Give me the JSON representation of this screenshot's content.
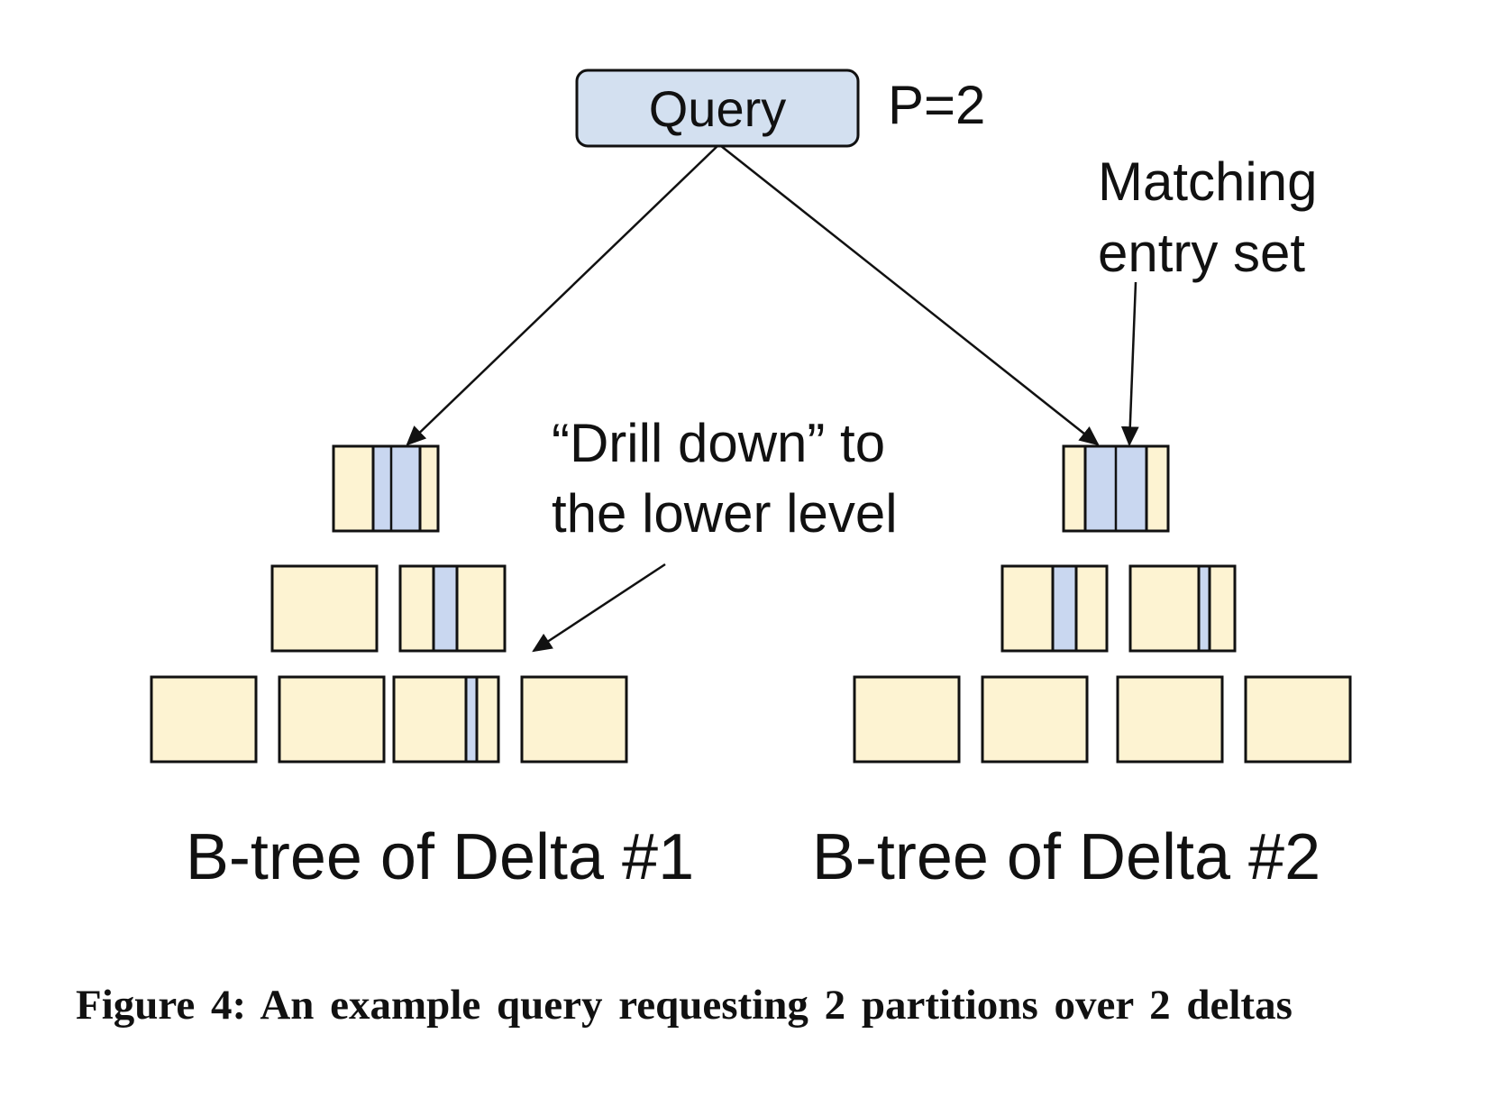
{
  "query": {
    "label": "Query",
    "param": "P=2"
  },
  "annotations": {
    "matching_line1": "Matching",
    "matching_line2": "entry set",
    "drill_line1": "“Drill down” to",
    "drill_line2": "the lower level"
  },
  "trees": [
    {
      "label": "B-tree of Delta #1"
    },
    {
      "label": "B-tree of Delta #2"
    }
  ],
  "caption": "Figure 4: An example query requesting 2 partitions over 2 deltas",
  "colors": {
    "node_fill": "#fdf3d2",
    "highlight_fill": "#c9d7f0",
    "query_fill": "#d3e0f0",
    "stroke": "#111111"
  }
}
